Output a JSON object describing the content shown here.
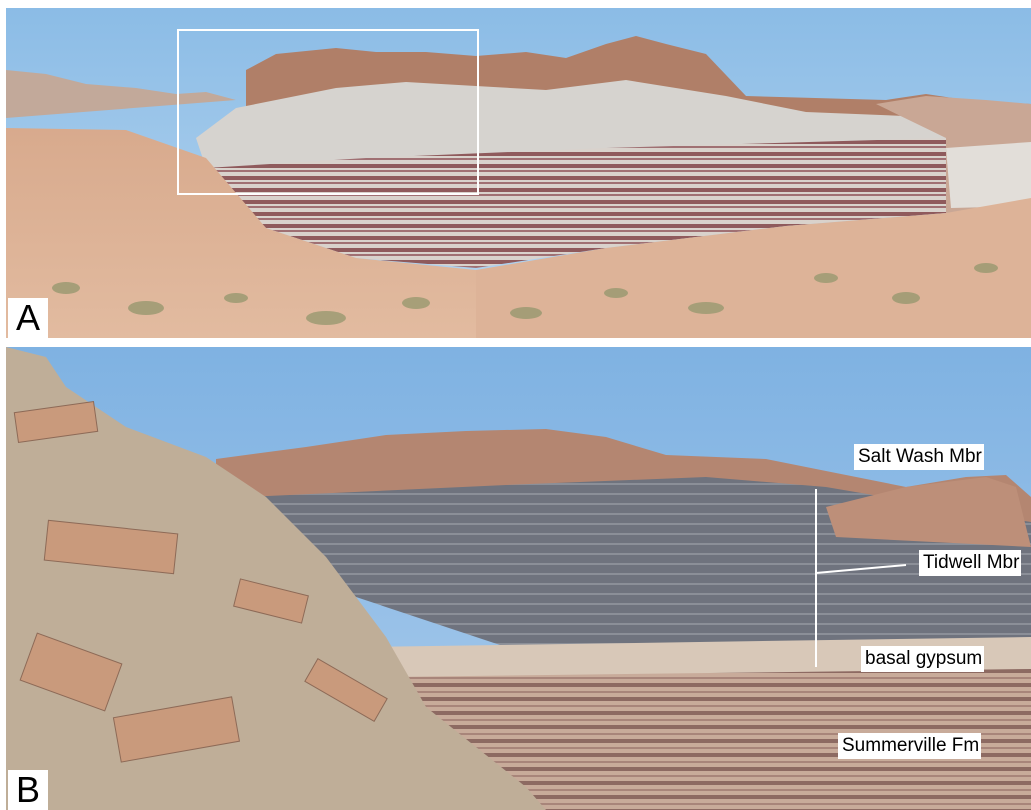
{
  "figure": {
    "panel_a": {
      "letter": "A"
    },
    "panel_b": {
      "letter": "B",
      "labels": {
        "salt_wash": "Salt Wash Mbr",
        "tidwell": "Tidwell Mbr",
        "basal_gypsum": "basal gypsum",
        "summerville": "Summerville Fm"
      }
    }
  },
  "colors": {
    "sky": "#9cc4e8",
    "sandstone": "#c98f6e",
    "red_bands": "#8a4f52",
    "white_gypsum": "#e6e3de",
    "grey_shale": "#6b6f7a",
    "talus": "#b8aa95",
    "label_bg": "#ffffff"
  }
}
